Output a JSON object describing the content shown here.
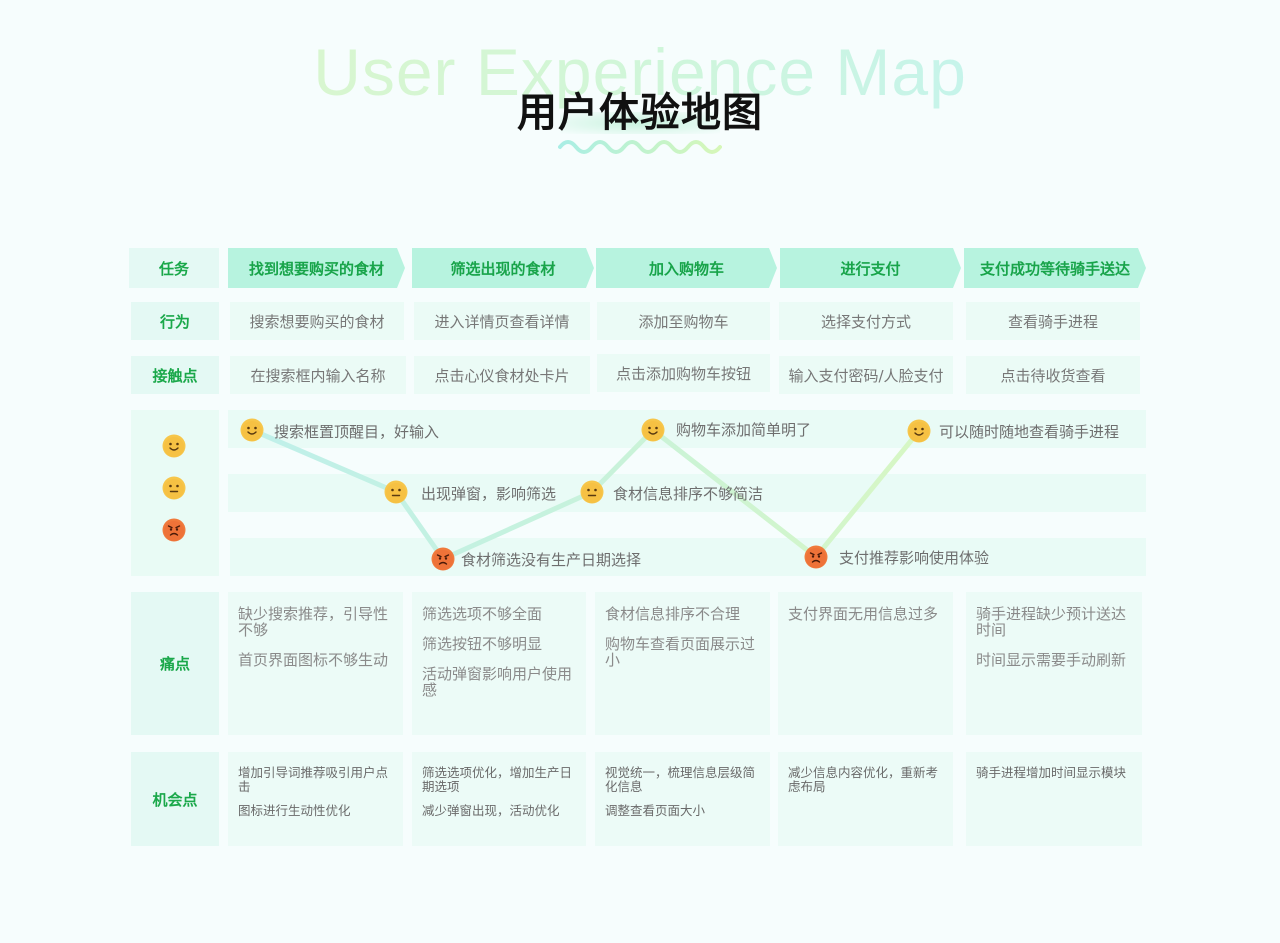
{
  "header": {
    "bg_title": "User Experience Map",
    "title": "用户体验地图"
  },
  "rows": {
    "task": "任务",
    "behavior": "行为",
    "touchpoint": "接触点",
    "pain": "痛点",
    "opportunity": "机会点"
  },
  "tasks": [
    "找到想要购买的食材",
    "筛选出现的食材",
    "加入购物车",
    "进行支付",
    "支付成功等待骑手送达"
  ],
  "behaviors": [
    "搜索想要购买的食材",
    "进入详情页查看详情",
    "添加至购物车",
    "选择支付方式",
    "查看骑手进程"
  ],
  "touchpoints": [
    "在搜索框内输入名称",
    "点击心仪食材处卡片",
    "点击添加购物车按钮",
    "输入支付密码/人脸支付",
    "点击待收货查看"
  ],
  "emotions": {
    "legend": [
      "happy-face-icon",
      "neutral-face-icon",
      "angry-face-icon"
    ],
    "points": [
      {
        "level": "happy",
        "text": "搜索框置顶醒目，好输入"
      },
      {
        "level": "neutral",
        "text": "出现弹窗，影响筛选"
      },
      {
        "level": "angry",
        "text": "食材筛选没有生产日期选择"
      },
      {
        "level": "neutral",
        "text": "食材信息排序不够简洁"
      },
      {
        "level": "happy",
        "text": "购物车添加简单明了"
      },
      {
        "level": "angry",
        "text": "支付推荐影响使用体验"
      },
      {
        "level": "happy",
        "text": "可以随时随地查看骑手进程"
      }
    ]
  },
  "pain_points": [
    [
      "缺少搜索推荐，引导性不够",
      "首页界面图标不够生动"
    ],
    [
      "筛选选项不够全面",
      "筛选按钮不够明显",
      "活动弹窗影响用户使用感"
    ],
    [
      "食材信息排序不合理",
      "购物车查看页面展示过小"
    ],
    [
      "支付界面无用信息过多"
    ],
    [
      "骑手进程缺少预计送达时间",
      "时间显示需要手动刷新"
    ]
  ],
  "opportunities": [
    [
      "增加引导词推荐吸引用户点击",
      "图标进行生动性优化"
    ],
    [
      "筛选选项优化，增加生产日期选项",
      "减少弹窗出现，活动优化"
    ],
    [
      "视觉统一，梳理信息层级简化信息",
      "调整查看页面大小"
    ],
    [
      "减少信息内容优化，重新考虑布局"
    ],
    [
      "骑手进程增加时间显示模块"
    ]
  ],
  "colors": {
    "accent_green": "#1aa84a",
    "task_fill": "#b7f3df",
    "cell_fill": "#e9fbf5",
    "curve_start": "#bff0ea",
    "curve_end": "#d7f7c4"
  }
}
